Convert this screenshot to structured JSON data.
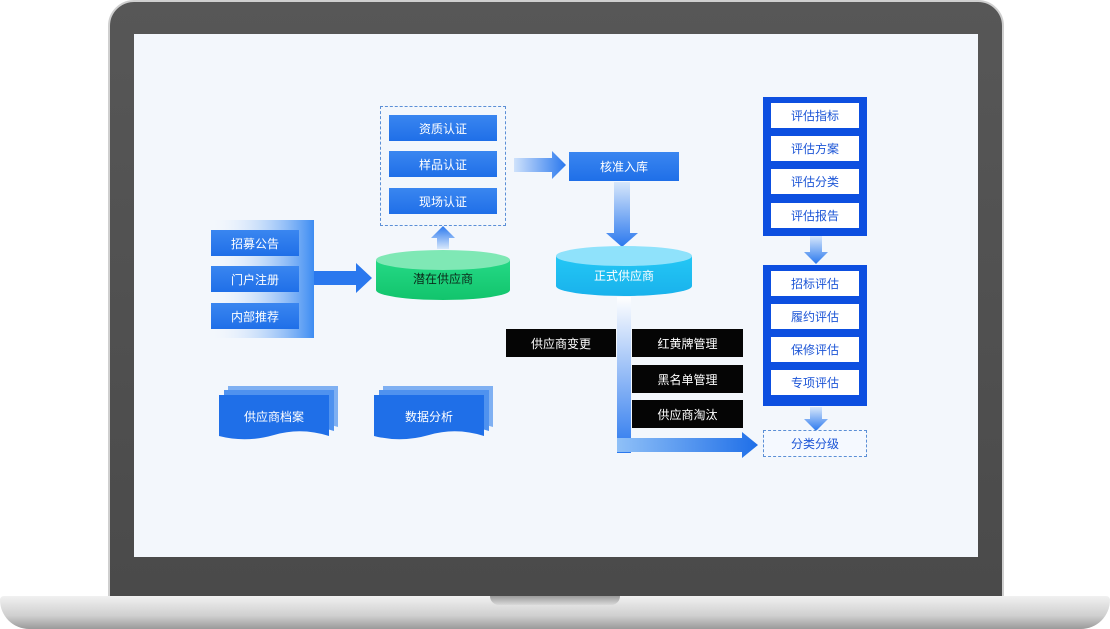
{
  "diagram": {
    "sources": [
      "招募公告",
      "门户注册",
      "内部推荐"
    ],
    "potential_supplier": "潜在供应商",
    "certifications": [
      "资质认证",
      "样品认证",
      "现场认证"
    ],
    "approve": "核准入库",
    "official_supplier": "正式供应商",
    "change": "供应商变更",
    "management": [
      "红黄牌管理",
      "黑名单管理",
      "供应商淘汰"
    ],
    "evaluation": [
      "评估指标",
      "评估方案",
      "评估分类",
      "评估报告"
    ],
    "assessment": [
      "招标评估",
      "履约评估",
      "保修评估",
      "专项评估"
    ],
    "classification": "分类分级",
    "archive": "供应商档案",
    "analysis": "数据分析"
  },
  "colors": {
    "primary_blue": "#1f6fe8",
    "navy": "#0d4fe0",
    "green": "#1bd47a",
    "cyan": "#1ec0f2",
    "black": "#050505"
  }
}
